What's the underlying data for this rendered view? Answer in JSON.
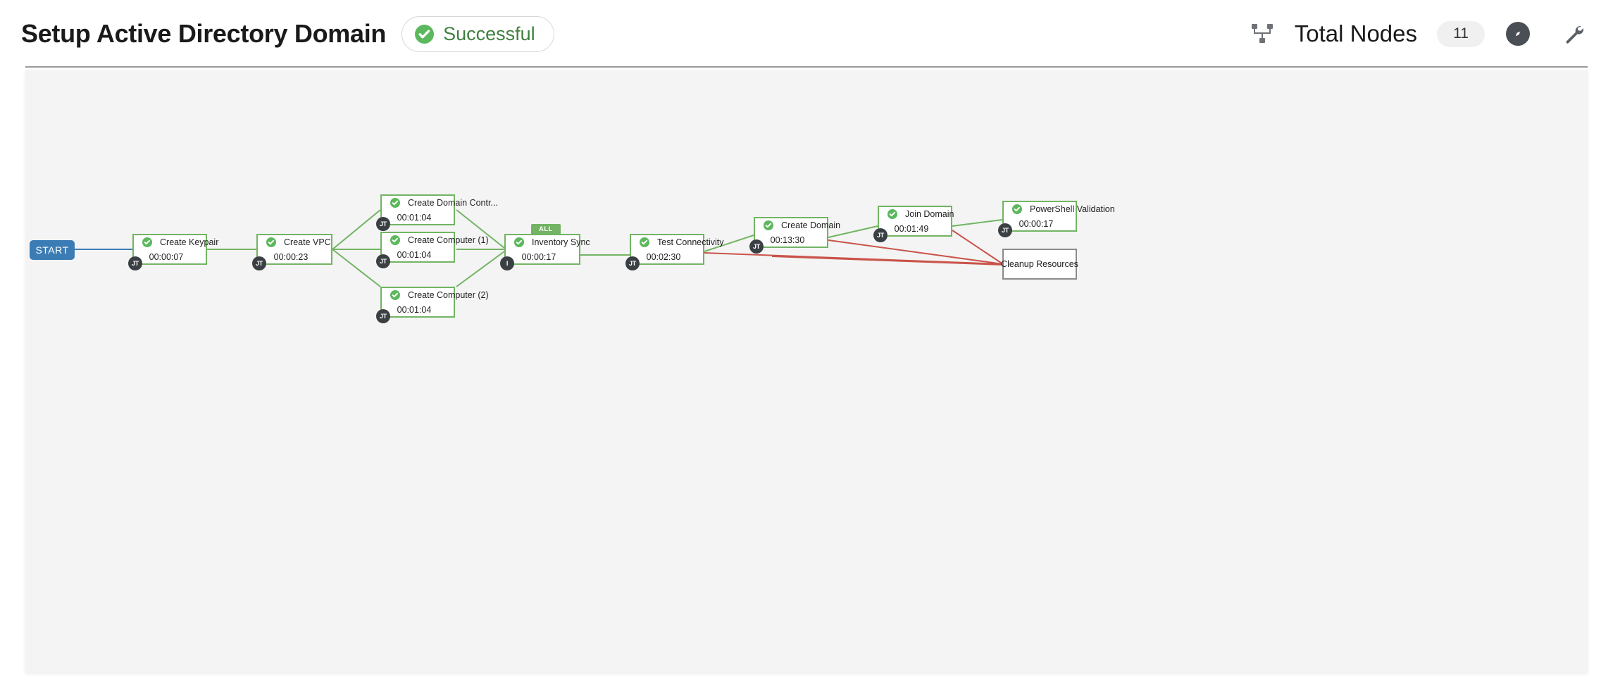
{
  "header": {
    "title": "Setup Active Directory Domain",
    "status": {
      "label": "Successful",
      "icon": "check-circle-icon",
      "color": "#3f803f"
    },
    "total_nodes_label": "Total Nodes",
    "total_nodes_count": "11",
    "icons": [
      "sitemap-icon",
      "compass-icon",
      "wrench-icon"
    ]
  },
  "canvas": {
    "start_label": "START",
    "edge_colors": {
      "start": "#3b7cb5",
      "success": "#72b463",
      "failure": "#c9544a"
    },
    "badges": {
      "jt": "JT",
      "inventory": "I",
      "all": "ALL"
    },
    "nodes": [
      {
        "id": "create-keypair",
        "title": "Create Keypair",
        "duration": "00:00:07",
        "status": "successful",
        "badge": "JT"
      },
      {
        "id": "create-vpc",
        "title": "Create VPC",
        "duration": "00:00:23",
        "status": "successful",
        "badge": "JT"
      },
      {
        "id": "create-domain-contr",
        "title": "Create Domain Contr...",
        "duration": "00:01:04",
        "status": "successful",
        "badge": "JT"
      },
      {
        "id": "create-computer-1",
        "title": "Create Computer (1)",
        "duration": "00:01:04",
        "status": "successful",
        "badge": "JT"
      },
      {
        "id": "create-computer-2",
        "title": "Create Computer (2)",
        "duration": "00:01:04",
        "status": "successful",
        "badge": "JT"
      },
      {
        "id": "inventory-sync",
        "title": "Inventory Sync",
        "duration": "00:00:17",
        "status": "successful",
        "badge": "I",
        "top_badge": "ALL"
      },
      {
        "id": "test-connectivity",
        "title": "Test Connectivity",
        "duration": "00:02:30",
        "status": "successful",
        "badge": "JT"
      },
      {
        "id": "create-domain",
        "title": "Create Domain",
        "duration": "00:13:30",
        "status": "successful",
        "badge": "JT"
      },
      {
        "id": "join-domain",
        "title": "Join Domain",
        "duration": "00:01:49",
        "status": "successful",
        "badge": "JT"
      },
      {
        "id": "powershell-validation",
        "title": "PowerShell Validation",
        "duration": "00:00:17",
        "status": "successful",
        "badge": "JT"
      },
      {
        "id": "cleanup-resources",
        "title": "Cleanup Resources",
        "duration": "",
        "status": "pending",
        "badge": ""
      }
    ]
  }
}
